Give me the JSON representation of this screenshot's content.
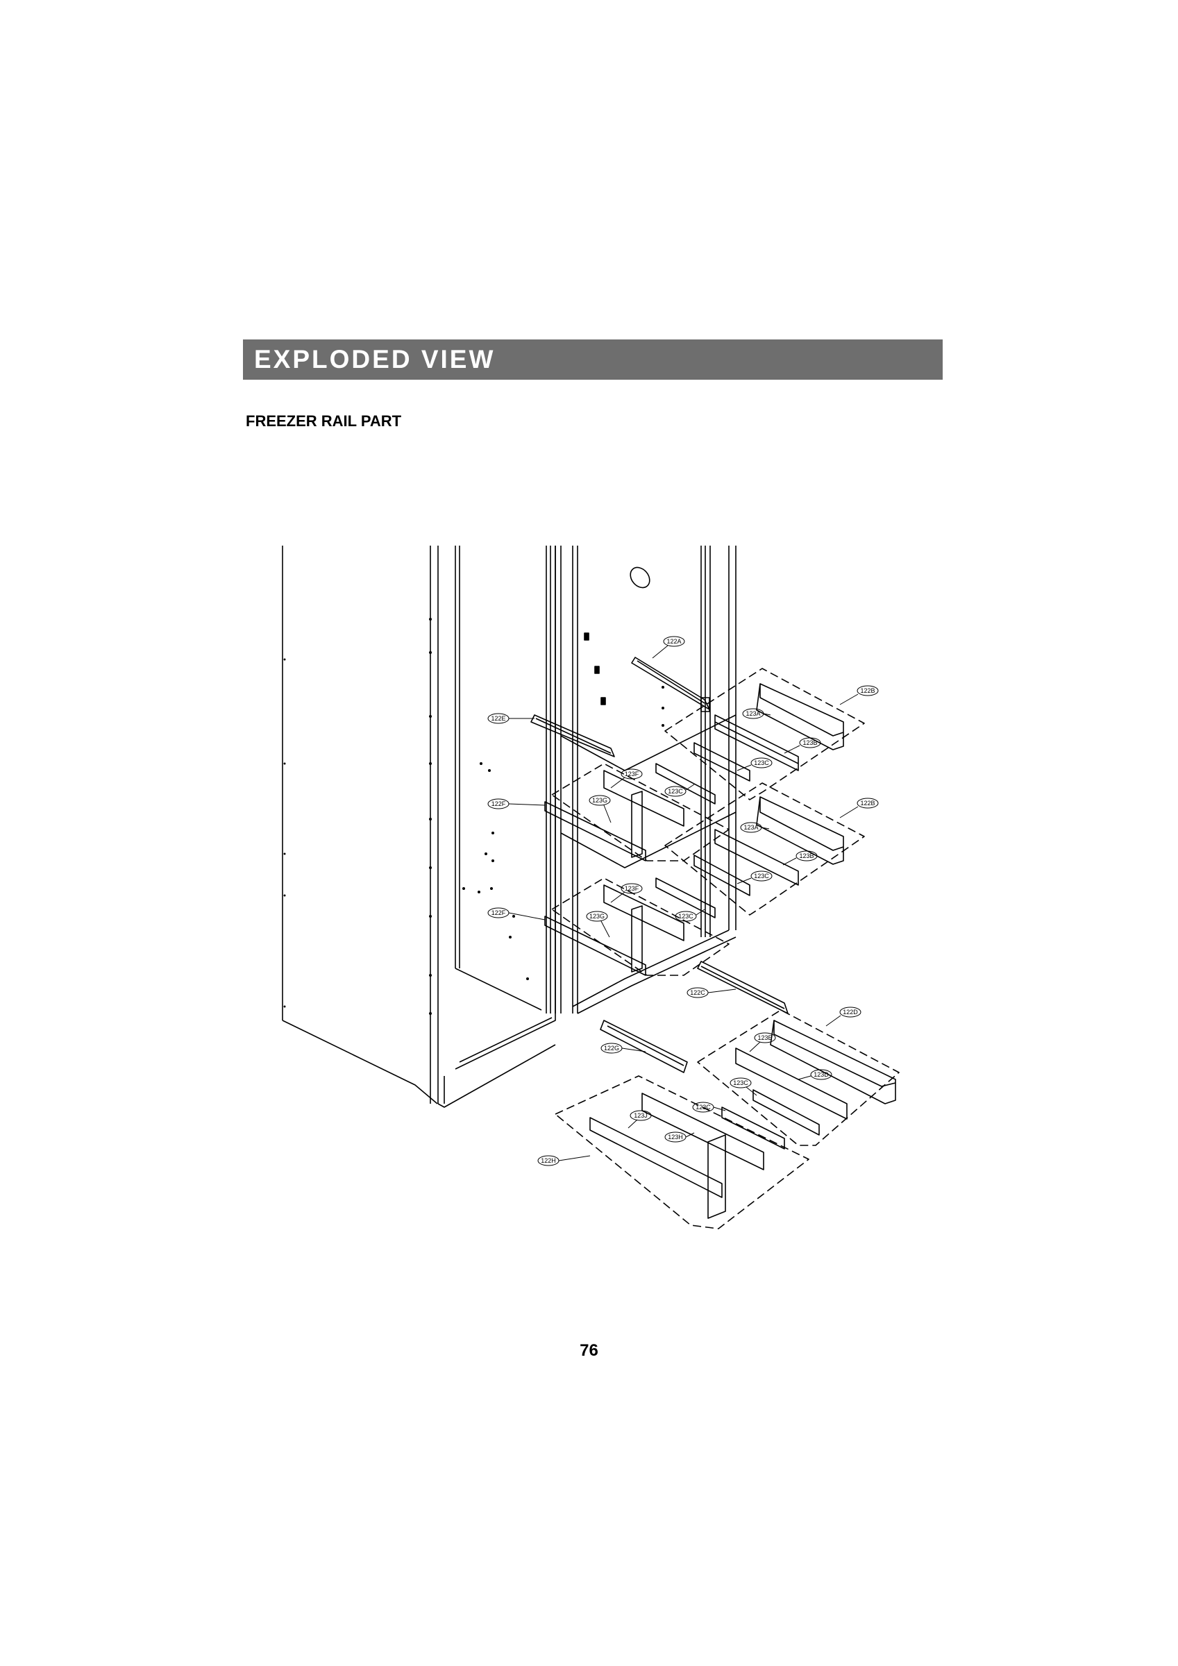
{
  "header": {
    "title": "EXPLODED VIEW",
    "banner_color": "#6e6e6e"
  },
  "section": {
    "title": "FREEZER RAIL PART"
  },
  "page": {
    "number": "76"
  },
  "diagram": {
    "callouts": [
      {
        "id": "c-122A",
        "label": "122A"
      },
      {
        "id": "c-122B-1",
        "label": "122B"
      },
      {
        "id": "c-123A-1",
        "label": "123A"
      },
      {
        "id": "c-123B-1",
        "label": "123B"
      },
      {
        "id": "c-123C-1",
        "label": "123C"
      },
      {
        "id": "c-122E",
        "label": "122E"
      },
      {
        "id": "c-123F-1",
        "label": "123F"
      },
      {
        "id": "c-123G-1",
        "label": "123G"
      },
      {
        "id": "c-123C-2",
        "label": "123C"
      },
      {
        "id": "c-122F-1",
        "label": "122F"
      },
      {
        "id": "c-122B-2",
        "label": "122B"
      },
      {
        "id": "c-123A-2",
        "label": "123A"
      },
      {
        "id": "c-123B-2",
        "label": "123B"
      },
      {
        "id": "c-123C-3",
        "label": "123C"
      },
      {
        "id": "c-123F-2",
        "label": "123F"
      },
      {
        "id": "c-122F-2",
        "label": "122F"
      },
      {
        "id": "c-123G-2",
        "label": "123G"
      },
      {
        "id": "c-123C-4",
        "label": "123C"
      },
      {
        "id": "c-122C",
        "label": "122C"
      },
      {
        "id": "c-122D",
        "label": "122D"
      },
      {
        "id": "c-123E",
        "label": "123E"
      },
      {
        "id": "c-122G",
        "label": "122G"
      },
      {
        "id": "c-123D",
        "label": "123D"
      },
      {
        "id": "c-123C-5",
        "label": "123C"
      },
      {
        "id": "c-123C-6",
        "label": "123C"
      },
      {
        "id": "c-123J",
        "label": "123J"
      },
      {
        "id": "c-123H",
        "label": "123H"
      },
      {
        "id": "c-122H",
        "label": "122H"
      }
    ]
  }
}
